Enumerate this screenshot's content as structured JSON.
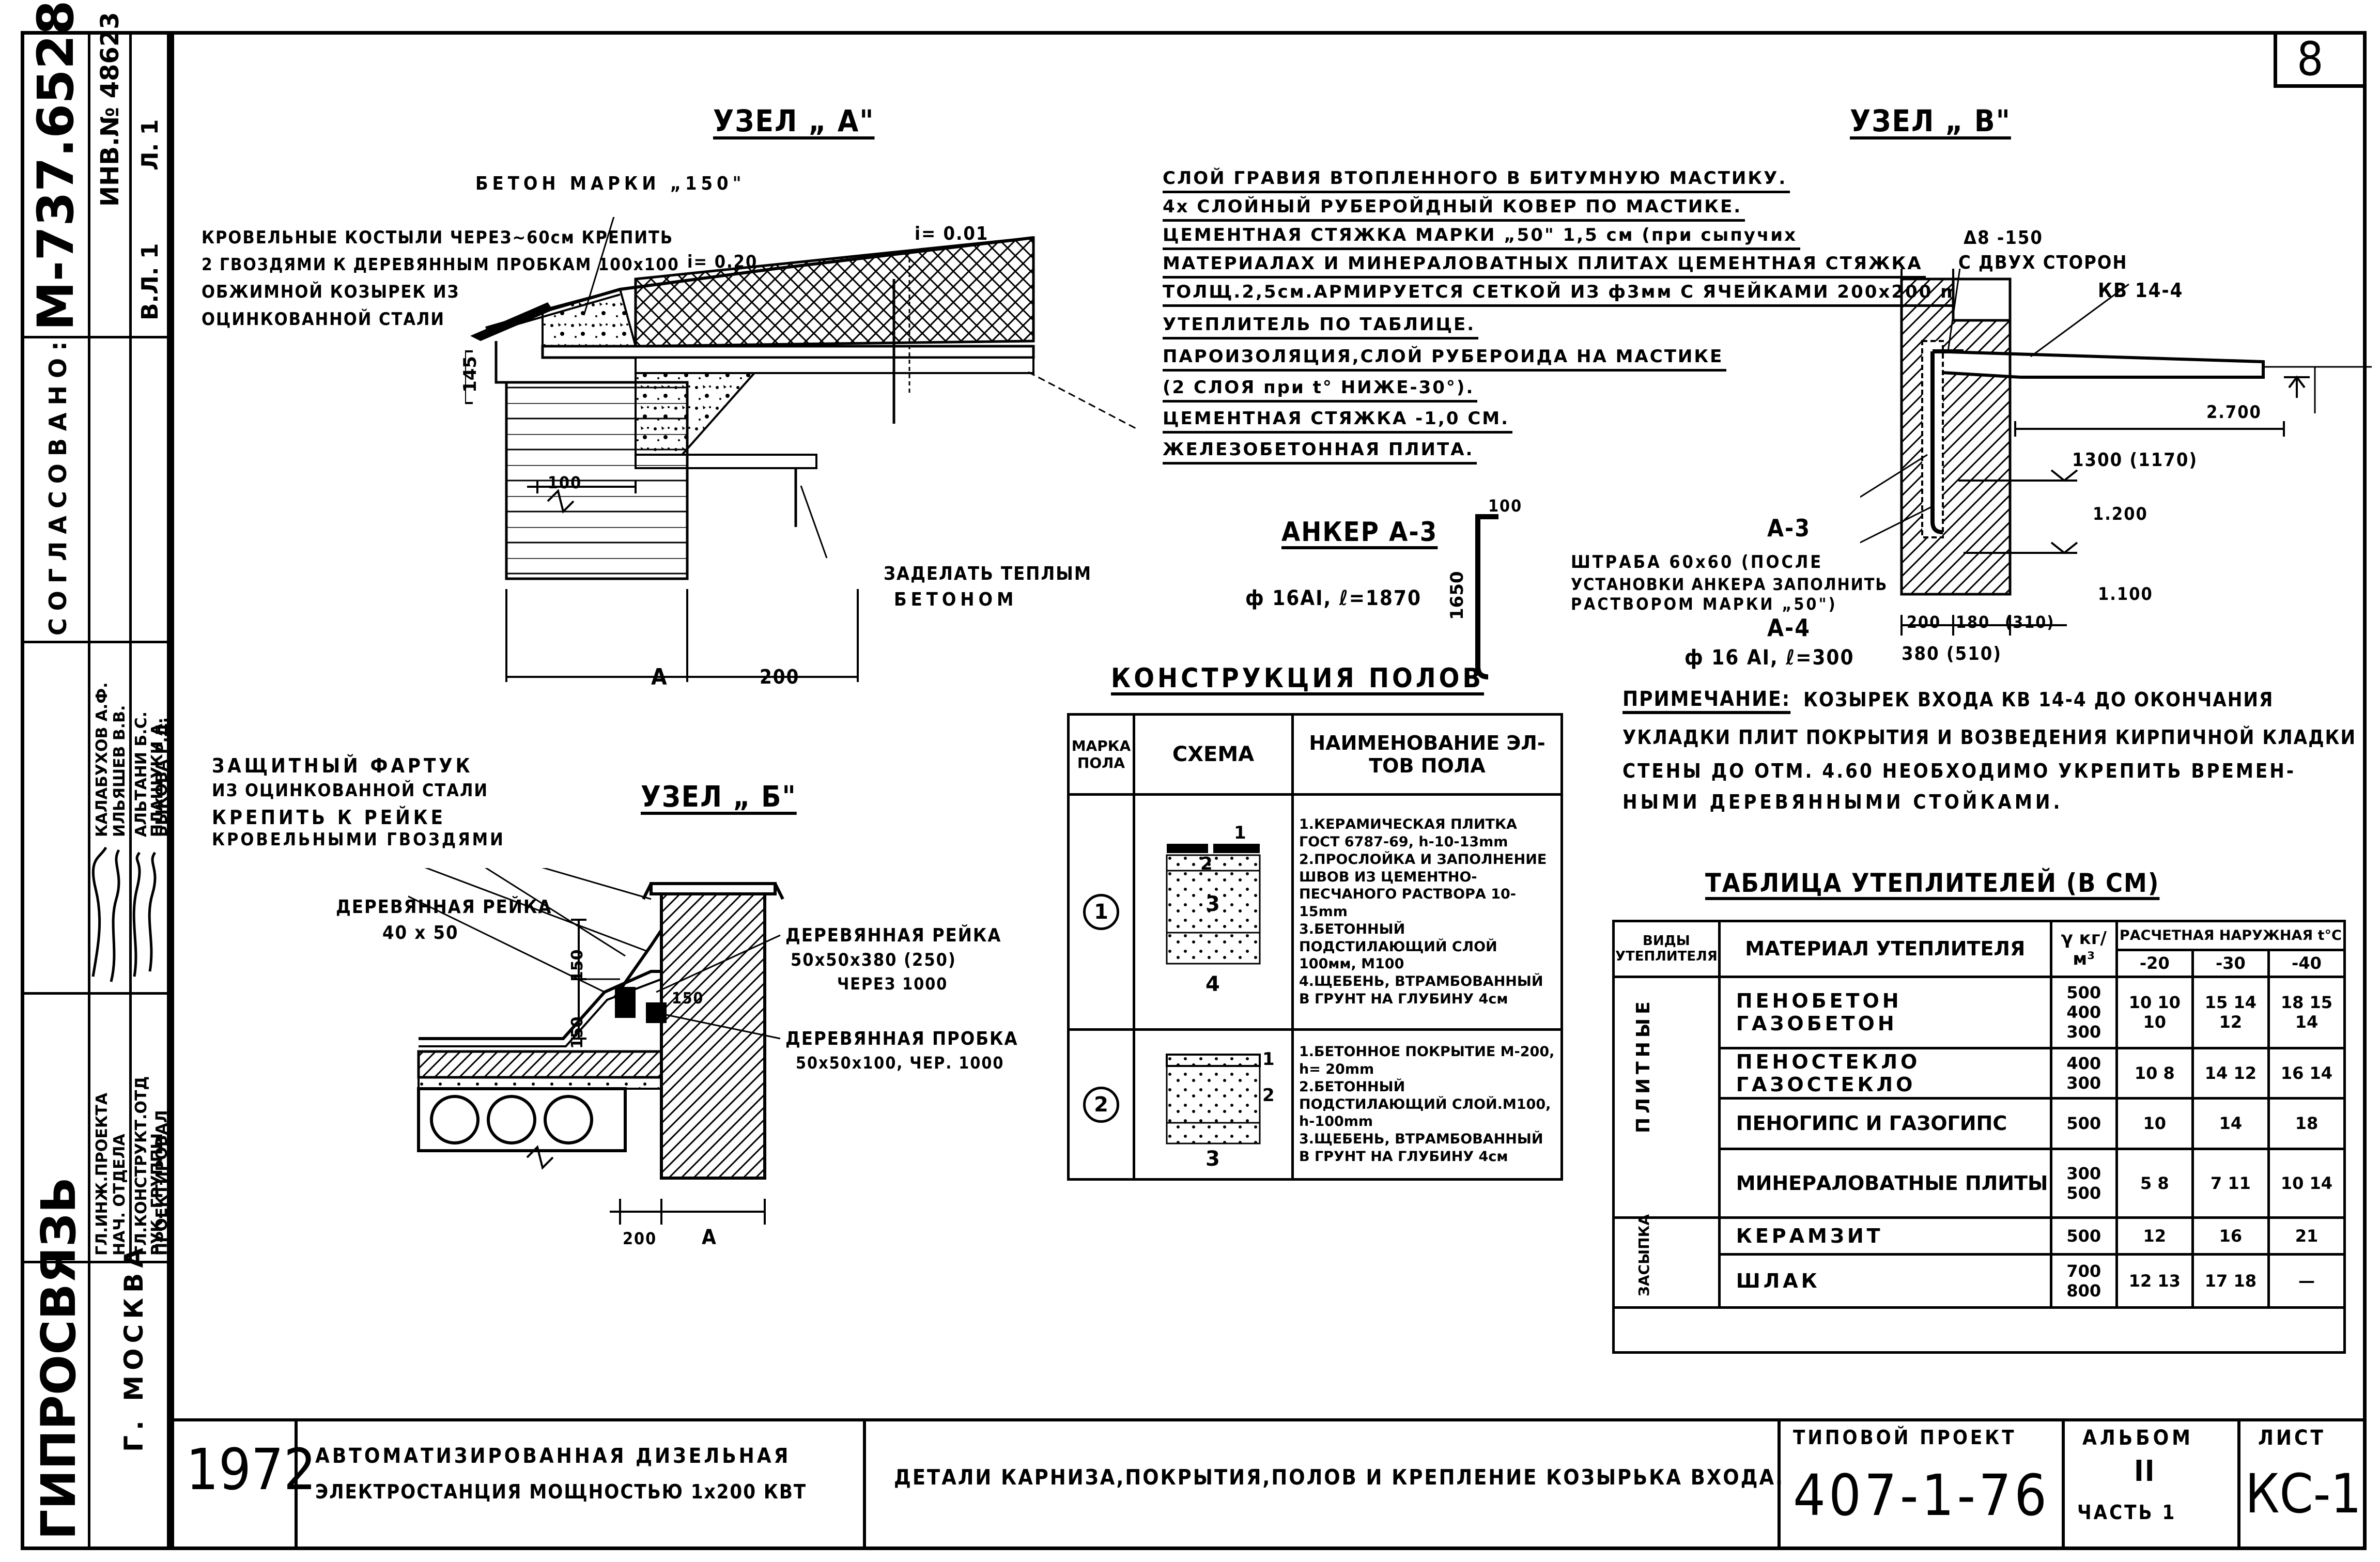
{
  "sheet_number": "8",
  "stamp": {
    "archive_number": "М-737.6528",
    "inventory": "ИНВ.№ 48623",
    "volume": "В.Л. 1",
    "sheet": "Л. 1",
    "agreed": "СОГЛАСОВАНО:",
    "org": "ГИПРОСВЯЗЬ",
    "city": "Г. МОСКВА",
    "roles": [
      "ГЛ.ИНЖ.ПРОЕКТА",
      "НАЧ. ОТДЕЛА",
      "ГЛ.КОНСТРУКТ.ОТД",
      "РУК. ГРУППЫ",
      "ПРОЕКТИРОВАЛ"
    ],
    "names": [
      "КАЛАБУХОВ А.Ф.",
      "ИЛЬЯШЕВ В.В.",
      "АЛЬТАНИ Б.С.",
      "ПЛАЩУКИ А.",
      "БЫКОВА Р.Д."
    ]
  },
  "node_a": {
    "title": "УЗЕЛ „ А\"",
    "concrete": "БЕТОН МАРКИ „150\"",
    "note1": "КРОВЕЛЬНЫЕ КОСТЫЛИ ЧЕРЕЗ~60см КРЕПИТЬ",
    "note2": "2 ГВОЗДЯМИ К ДЕРЕВЯННЫМ ПРОБКАМ 100х100",
    "note3": "ОБЖИМНОЙ КОЗЫРЕК ИЗ",
    "note4": "ОЦИНКОВАННОЙ СТАЛИ",
    "slope1": "i= 0.01",
    "slope2": "i= 0.20",
    "dim145": "145",
    "dim100": "100",
    "dimA": "А",
    "dim200": "200",
    "fill1": "ЗАДЕЛАТЬ ТЕПЛЫМ",
    "fill2": "БЕТОНОМ"
  },
  "layers": [
    "СЛОЙ ГРАВИЯ ВТОПЛЕННОГО В БИТУМНУЮ МАСТИКУ.",
    "4х СЛОЙНЫЙ РУБЕРОЙДНЫЙ КОВЕР ПО МАСТИКЕ.",
    "ЦЕМЕНТНАЯ СТЯЖКА МАРКИ „50\" 1,5 см (при сыпучих",
    "МАТЕРИАЛАХ И МИНЕРАЛОВАТНЫХ ПЛИТАХ ЦЕМЕНТНАЯ СТЯЖКА",
    "ТОЛЩ.2,5см.АРМИРУЕТСЯ СЕТКОЙ ИЗ ф3мм С ЯЧЕЙКАМИ 200х200 mm).",
    "УТЕПЛИТЕЛЬ ПО ТАБЛИЦЕ.",
    "ПАРОИЗОЛЯЦИЯ,СЛОЙ РУБЕРОИДА НА МАСТИКЕ",
    "(2 СЛОЯ при t° НИЖЕ-30°).",
    "ЦЕМЕНТНАЯ СТЯЖКА -1,0 СМ.",
    "ЖЕЛЕЗОБЕТОННАЯ ПЛИТА."
  ],
  "anchor": {
    "title": "АНКЕР А-3",
    "spec": "ф 16АI, ℓ=1870",
    "dim100": "100",
    "dim1650": "1650"
  },
  "node_b": {
    "title": "УЗЕЛ „ Б\"",
    "apron1": "ЗАЩИТНЫЙ ФАРТУК",
    "apron2": "ИЗ ОЦИНКОВАННОЙ СТАЛИ",
    "apron3": "КРЕПИТЬ К РЕЙКЕ",
    "apron4": "КРОВЕЛЬНЫМИ ГВОЗДЯМИ",
    "rail1": "ДЕРЕВЯННАЯ РЕЙКА",
    "rail1_size": "40 х 50",
    "rail2": "ДЕРЕВЯННАЯ РЕЙКА",
    "rail2_size": "50х50х380 (250)",
    "rail2_step": "ЧЕРЕЗ 1000",
    "plug": "ДЕРЕВЯННАЯ ПРОБКА",
    "plug_size": "50х50х100, ЧЕР. 1000",
    "dim150a": "150",
    "dim150b": "150",
    "dim150c": "150",
    "dim200": "200",
    "dimA": "А"
  },
  "floors": {
    "title": "КОНСТРУКЦИЯ ПОЛОВ",
    "headers": [
      "МАРКА ПОЛА",
      "СХЕМА",
      "НАИМЕНОВАНИЕ ЭЛ-ТОВ ПОЛА"
    ],
    "rows": [
      {
        "mark": "1",
        "items": [
          "1.КЕРАМИЧЕСКАЯ ПЛИТКА ГОСТ 6787-69, h-10-13mm",
          "2.ПРОСЛОЙКА И ЗАПОЛНЕНИЕ ШВОВ ИЗ ЦЕМЕНТНО-ПЕСЧАНОГО РАСТВОРА 10-15mm",
          "3.БЕТОННЫЙ ПОДСТИЛАЮЩИЙ СЛОЙ 100мм, М100",
          "4.ЩЕБЕНЬ, ВТРАМБОВАННЫЙ В ГРУНТ НА ГЛУБИНУ 4см"
        ]
      },
      {
        "mark": "2",
        "items": [
          "1.БЕТОННОЕ ПОКРЫТИЕ М-200, h= 20mm",
          "2.БЕТОННЫЙ ПОДСТИЛАЮЩИЙ СЛОЙ.М100, h-100mm",
          "3.ЩЕБЕНЬ, ВТРАМБОВАННЫЙ В ГРУНТ НА ГЛУБИНУ 4см"
        ]
      }
    ]
  },
  "node_v": {
    "title": "УЗЕЛ „ В\"",
    "rebar": "Δ8 -150",
    "sides": "С ДВУХ СТОРОН",
    "canopy": "КВ 14-4",
    "h2700": "2.700",
    "h1200": "1.200",
    "h1100": "1.100",
    "dim1300": "1300 (1170)",
    "a3": "А-3",
    "a4": "А-4",
    "chase1": "ШТРАБА 60х60 (ПОСЛЕ",
    "chase2": "УСТАНОВКИ АНКЕРА ЗАПОЛНИТЬ",
    "chase3": "РАСТВОРОМ МАРКИ „50\")",
    "spec": "ф 16 АI, ℓ=300",
    "dim200": "200",
    "dim180": "180",
    "dim310": "(310)",
    "dim380": "380 (510)"
  },
  "note": {
    "label": "ПРИМЕЧАНИЕ:",
    "line1": "КОЗЫРЕК ВХОДА КВ 14-4 ДО ОКОНЧАНИЯ",
    "line2": "УКЛАДКИ ПЛИТ ПОКРЫТИЯ И ВОЗВЕДЕНИЯ КИРПИЧНОЙ КЛАДКИ",
    "line3": "СТЕНЫ ДО ОТМ. 4.60 НЕОБХОДИМО УКРЕПИТЬ ВРЕМЕН-",
    "line4": "НЫМИ ДЕРЕВЯННЫМИ СТОЙКАМИ."
  },
  "insulation": {
    "title": "ТАБЛИЦА УТЕПЛИТЕЛЕЙ (В СМ)",
    "h_type": "ВИДЫ УТЕПЛИТЕЛЯ",
    "h_material": "МАТЕРИАЛ УТЕПЛИТЕЛЯ",
    "h_density": "γ кг/м³",
    "h_temp": "РАСЧЕТНАЯ НАРУЖНАЯ t°C",
    "temps": [
      "-20",
      "-30",
      "-40"
    ],
    "group1": "ПЛИТНЫЕ",
    "group2": "ЗАСЫПКА",
    "rows": [
      {
        "material": "ПЕНОБЕТОН ГАЗОБЕТОН",
        "density": "500 400 300",
        "t20": "10 10 10",
        "t30": "15 14 12",
        "t40": "18 15 14"
      },
      {
        "material": "ПЕНОСТЕКЛО ГАЗОСТЕКЛО",
        "density": "400 300",
        "t20": "10 8",
        "t30": "14 12",
        "t40": "16 14"
      },
      {
        "material": "ПЕНОГИПС И ГАЗОГИПС",
        "density": "500",
        "t20": "10",
        "t30": "14",
        "t40": "18"
      },
      {
        "material": "МИНЕРАЛОВАТНЫЕ ПЛИТЫ",
        "density": "300 500",
        "t20": "5 8",
        "t30": "7 11",
        "t40": "10 14"
      },
      {
        "material": "КЕРАМЗИТ",
        "density": "500",
        "t20": "12",
        "t30": "16",
        "t40": "21"
      },
      {
        "material": "ШЛАК",
        "density": "700 800",
        "t20": "12 13",
        "t30": "17 18",
        "t40": "—"
      }
    ]
  },
  "title_block": {
    "year": "1972",
    "project1": "АВТОМАТИЗИРОВАННАЯ ДИЗЕЛЬНАЯ",
    "project2": "ЭЛЕКТРОСТАНЦИЯ МОЩНОСТЬЮ 1х200 КВТ",
    "drawing": "ДЕТАЛИ КАРНИЗА,ПОКРЫТИЯ,ПОЛОВ И КРЕПЛЕНИЕ КОЗЫРЬКА ВХОДА.",
    "typical_label": "ТИПОВОЙ ПРОЕКТ",
    "typical_value": "407-1-76",
    "album_label": "АЛЬБОМ",
    "album_value": "II",
    "album_part": "ЧАСТЬ 1",
    "sheet_label": "ЛИСТ",
    "sheet_value": "КС-1"
  }
}
